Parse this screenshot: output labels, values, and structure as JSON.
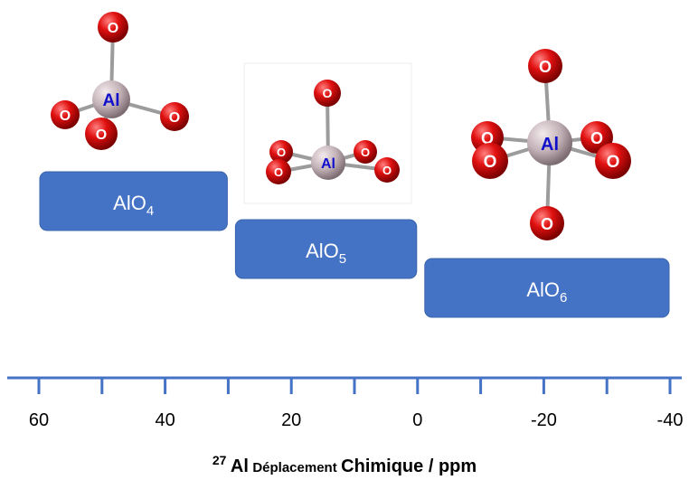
{
  "chart_data": {
    "type": "range-diagram",
    "xlabel": {
      "isotope": "27",
      "element": "Al",
      "word1": "Déplacement",
      "word2": "Chimique / ppm"
    },
    "axis": {
      "xlim": [
        65,
        -41
      ],
      "major_ticks": [
        60,
        40,
        20,
        0,
        -20,
        -40
      ],
      "tick_labels": [
        "60",
        "40",
        "20",
        "0",
        "-20",
        "-40"
      ],
      "minor_ticks": [
        50,
        30,
        10,
        -10,
        -30
      ],
      "color": "#4472c4"
    },
    "ranges": [
      {
        "label": "AlO",
        "sub": "4",
        "from": 60,
        "to": 30
      },
      {
        "label": "AlO",
        "sub": "5",
        "from": 29,
        "to": 0
      },
      {
        "label": "AlO",
        "sub": "6",
        "from": -1,
        "to": -40
      }
    ],
    "box_color": "#4472c4",
    "molecules": {
      "center_label": "Al",
      "oxygen_label": "O",
      "oxygen_color": "#d0141c",
      "aluminum_color": "#c4b3b8"
    }
  }
}
